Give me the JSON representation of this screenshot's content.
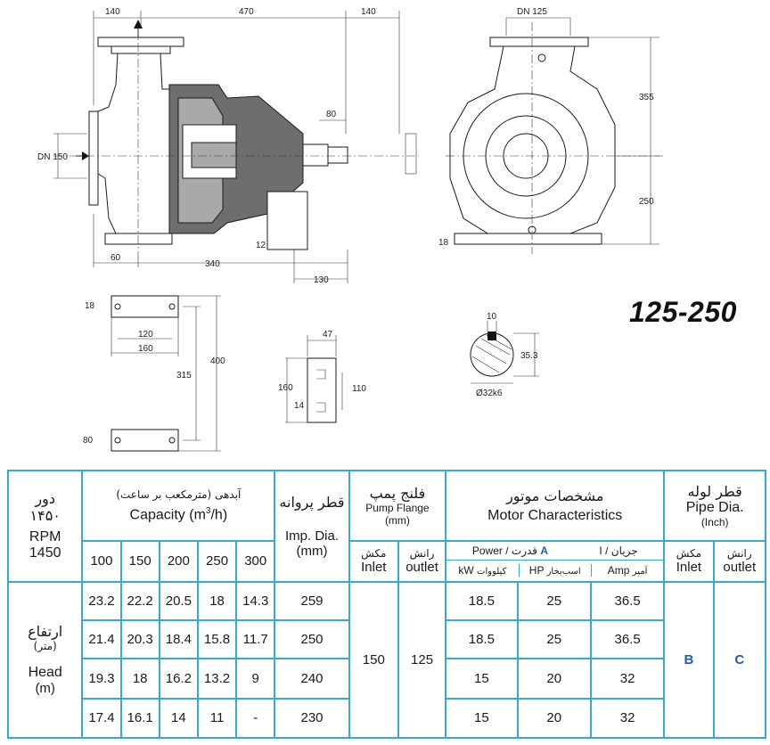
{
  "model": "125-250",
  "drawing": {
    "dims_top": [
      "140",
      "470",
      "140"
    ],
    "dn_outlet": "DN 125",
    "dn_inlet": "DN 150",
    "dim_80": "80",
    "dim_355": "355",
    "dim_250": "250",
    "dim_18_side": "18",
    "dim_12": "12",
    "dims_bottom": [
      "60",
      "340",
      "130"
    ],
    "foot": {
      "d18": "18",
      "d120": "120",
      "d160": "160",
      "d315": "315",
      "d400": "400",
      "d80": "80"
    },
    "plate": {
      "d47": "47",
      "d160": "160",
      "d110": "110",
      "d14": "14"
    },
    "shaft": {
      "d10": "10",
      "d353": "35.3",
      "dia": "Ø32k6"
    }
  },
  "table": {
    "rpm_fa": "دور",
    "rpm_fa_val": "۱۴۵۰",
    "rpm_label": "RPM",
    "rpm_val": "1450",
    "cap_fa": "آبدهی (مترمکعب بر ساعت)",
    "cap_label": "Capacity (m",
    "cap_sup": "3",
    "cap_unit": "/h)",
    "imp_fa": "قطر پروانه",
    "imp_label": "Imp. Dia.",
    "imp_unit": "(mm)",
    "flange_fa": "فلنج پمپ",
    "flange_label": "Pump Flange",
    "flange_unit": "(mm)",
    "motor_fa": "مشخصات موتور",
    "motor_label": "Motor Characteristics",
    "pipe_fa": "قطر لوله",
    "pipe_label": "Pipe Dia.",
    "pipe_unit": "(Inch)",
    "capacities": [
      "100",
      "150",
      "200",
      "250",
      "300"
    ],
    "inlet_fa": "مکش",
    "inlet_label": "Inlet",
    "outlet_fa": "رانش",
    "outlet_label": "outlet",
    "power_label": "Power",
    "slash": "/",
    "power_fa": "قدرت",
    "power_A": "A",
    "current_label": "I",
    "current_fa": "جریان",
    "kw_label": "kW",
    "kw_fa": "کیلووات",
    "hp_label": "HP",
    "hp_fa": "اسب‌بخار",
    "amp_label": "Amp",
    "amp_fa": "آمپر",
    "head_fa": "ارتفاع",
    "head_fa_unit": "(متر)",
    "head_label": "Head",
    "head_unit": "(m)",
    "flange_inlet": "150",
    "flange_outlet": "125",
    "pipe_inlet": "B",
    "pipe_outlet": "C",
    "rows": [
      {
        "heads": [
          "23.2",
          "22.2",
          "20.5",
          "18",
          "14.3"
        ],
        "imp": "259",
        "kw": "18.5",
        "hp": "25",
        "amp": "36.5"
      },
      {
        "heads": [
          "21.4",
          "20.3",
          "18.4",
          "15.8",
          "11.7"
        ],
        "imp": "250",
        "kw": "18.5",
        "hp": "25",
        "amp": "36.5"
      },
      {
        "heads": [
          "19.3",
          "18",
          "16.2",
          "13.2",
          "9"
        ],
        "imp": "240",
        "kw": "15",
        "hp": "20",
        "amp": "32"
      },
      {
        "heads": [
          "17.4",
          "16.1",
          "14",
          "11",
          "-"
        ],
        "imp": "230",
        "kw": "15",
        "hp": "20",
        "amp": "32"
      }
    ]
  }
}
